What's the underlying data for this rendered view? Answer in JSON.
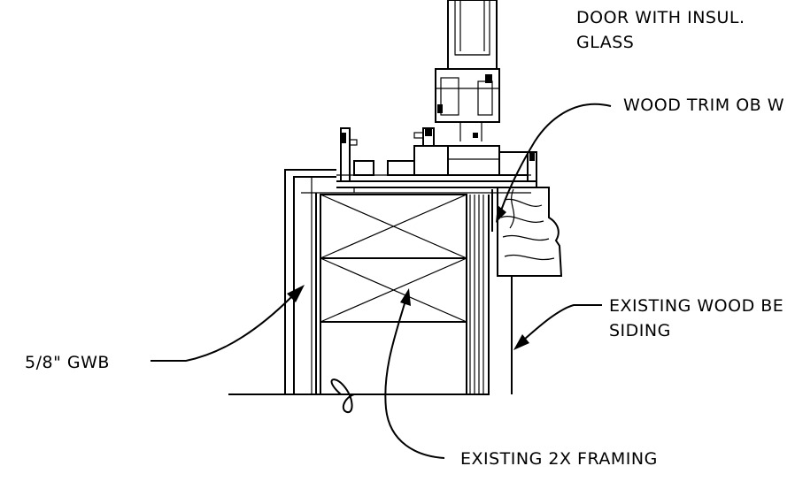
{
  "labels": {
    "door_line1": "DOOR WITH INSUL.",
    "door_line2": "GLASS",
    "wood_trim": "WOOD TRIM OB W",
    "existing_siding_line1": "EXISTING WOOD BE",
    "existing_siding_line2": "SIDING",
    "gwb": "5/8\" GWB",
    "framing": "EXISTING 2X FRAMING"
  }
}
